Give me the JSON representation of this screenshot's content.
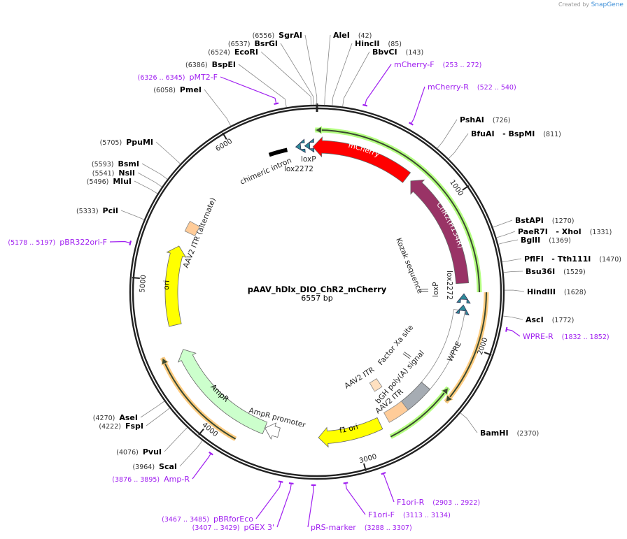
{
  "credit": {
    "created_by": "Created by",
    "brand": "SnapGene"
  },
  "map": {
    "title": "pAAV_hDlx_DIO_ChR2_mCherry",
    "length_label": "6557 bp",
    "length_bp": 6557
  },
  "ticks": [
    "1000",
    "2000",
    "3000",
    "4000",
    "5000",
    "6000"
  ],
  "enzymes": [
    {
      "name": "SgrAI",
      "pos": "(6556)",
      "bp": 6556
    },
    {
      "name": "BsrGI",
      "pos": "(6537)",
      "bp": 6537
    },
    {
      "name": "EcoRI",
      "pos": "(6524)",
      "bp": 6524
    },
    {
      "name": "BspEI",
      "pos": "(6386)",
      "bp": 6386
    },
    {
      "name": "PmeI",
      "pos": "(6058)",
      "bp": 6058
    },
    {
      "name": "PpuMI",
      "pos": "(5705)",
      "bp": 5705
    },
    {
      "name": "BsmI",
      "pos": "(5593)",
      "bp": 5593
    },
    {
      "name": "NsiI",
      "pos": "(5541)",
      "bp": 5541
    },
    {
      "name": "MluI",
      "pos": "(5496)",
      "bp": 5496
    },
    {
      "name": "PciI",
      "pos": "(5333)",
      "bp": 5333
    },
    {
      "name": "AseI",
      "pos": "(4270)",
      "bp": 4270
    },
    {
      "name": "FspI",
      "pos": "(4222)",
      "bp": 4222
    },
    {
      "name": "PvuI",
      "pos": "(4076)",
      "bp": 4076
    },
    {
      "name": "ScaI",
      "pos": "(3964)",
      "bp": 3964
    },
    {
      "name": "AleI",
      "pos": "(42)",
      "bp": 42
    },
    {
      "name": "HincII",
      "pos": "(85)",
      "bp": 85
    },
    {
      "name": "BbvCI",
      "pos": "(143)",
      "bp": 143
    },
    {
      "name": "PshAI",
      "pos": "(726)",
      "bp": 726
    },
    {
      "name": "BfuAI   - BspMI",
      "pos": "(811)",
      "bp": 811
    },
    {
      "name": "BstAPI",
      "pos": "(1270)",
      "bp": 1270
    },
    {
      "name": "PaeR7I   - XhoI",
      "pos": "(1331)",
      "bp": 1331
    },
    {
      "name": "BglII",
      "pos": "(1369)",
      "bp": 1369
    },
    {
      "name": "PflFI   - Tth111I",
      "pos": "(1470)",
      "bp": 1470
    },
    {
      "name": "Bsu36I",
      "pos": "(1529)",
      "bp": 1529
    },
    {
      "name": "HindIII",
      "pos": "(1628)",
      "bp": 1628
    },
    {
      "name": "AscI",
      "pos": "(1772)",
      "bp": 1772
    },
    {
      "name": "BamHI",
      "pos": "(2370)",
      "bp": 2370
    }
  ],
  "primers": [
    {
      "name": "pMT2-F",
      "range": "(6326 .. 6345)",
      "bp": 6335
    },
    {
      "name": "pBR322ori-F",
      "range": "(5178 .. 5197)",
      "bp": 5187
    },
    {
      "name": "Amp-R",
      "range": "(3876 .. 3895)",
      "bp": 3885
    },
    {
      "name": "pBRforEco",
      "range": "(3467 .. 3485)",
      "bp": 3476
    },
    {
      "name": "pGEX 3'",
      "range": "(3407 .. 3429)",
      "bp": 3418
    },
    {
      "name": "mCherry-F",
      "range": "(253 .. 272)",
      "bp": 262
    },
    {
      "name": "mCherry-R",
      "range": "(522 .. 540)",
      "bp": 531
    },
    {
      "name": "WPRE-R",
      "range": "(1832 .. 1852)",
      "bp": 1842
    },
    {
      "name": "F1ori-R",
      "range": "(2903 .. 2922)",
      "bp": 2912
    },
    {
      "name": "F1ori-F",
      "range": "(3113 .. 3134)",
      "bp": 3123
    },
    {
      "name": "pRS-marker",
      "range": "(3288 .. 3307)",
      "bp": 3297
    }
  ],
  "features": [
    {
      "name": "mCherry",
      "start": 6527,
      "end": 692,
      "dir": -1,
      "color": "#ff0000",
      "text_color": "#ffffff"
    },
    {
      "name": "ChR2(H134R)",
      "start": 730,
      "end": 1575,
      "dir": -1,
      "color": "#993366",
      "text_color": "#ffffff"
    },
    {
      "name": "f1 ori",
      "start": 2812,
      "end": 3268,
      "dir": 1,
      "color": "#ffff00",
      "text_color": "#000000"
    },
    {
      "name": "AmpR",
      "start": 3661,
      "end": 4496,
      "dir": 1,
      "color": "#ccffcc",
      "text_color": "#000000"
    },
    {
      "name": "ori",
      "start": 4680,
      "end": 5255,
      "dir": 1,
      "color": "#ffff00",
      "text_color": "#000000"
    }
  ],
  "other_features": {
    "aav2_itr_alt": "AAV2 ITR (alternate)",
    "chimeric_intron": "chimeric intron",
    "loxp": "loxP",
    "lox2272": "lox2272",
    "loxp_right": "loxP",
    "lox2272_right": "lox2272",
    "kozak": "Kozak sequence",
    "wpre": "WPRE",
    "factor_xa": "Factor Xa site",
    "aav2_itr_inner": "AAV2 ITR",
    "bgh": "bGH poly(A) signal",
    "aav2_itr": "AAV2 ITR",
    "ampr_promoter": "AmpR promoter"
  },
  "colors": {
    "primer": "#a020f0",
    "backbone": "#222222",
    "orf_green": "#b3ff80",
    "orf_orange": "#ffcc80",
    "lox": "#2e8b9a",
    "itr": "#ffcc99",
    "bgh": "#a6acb3"
  }
}
